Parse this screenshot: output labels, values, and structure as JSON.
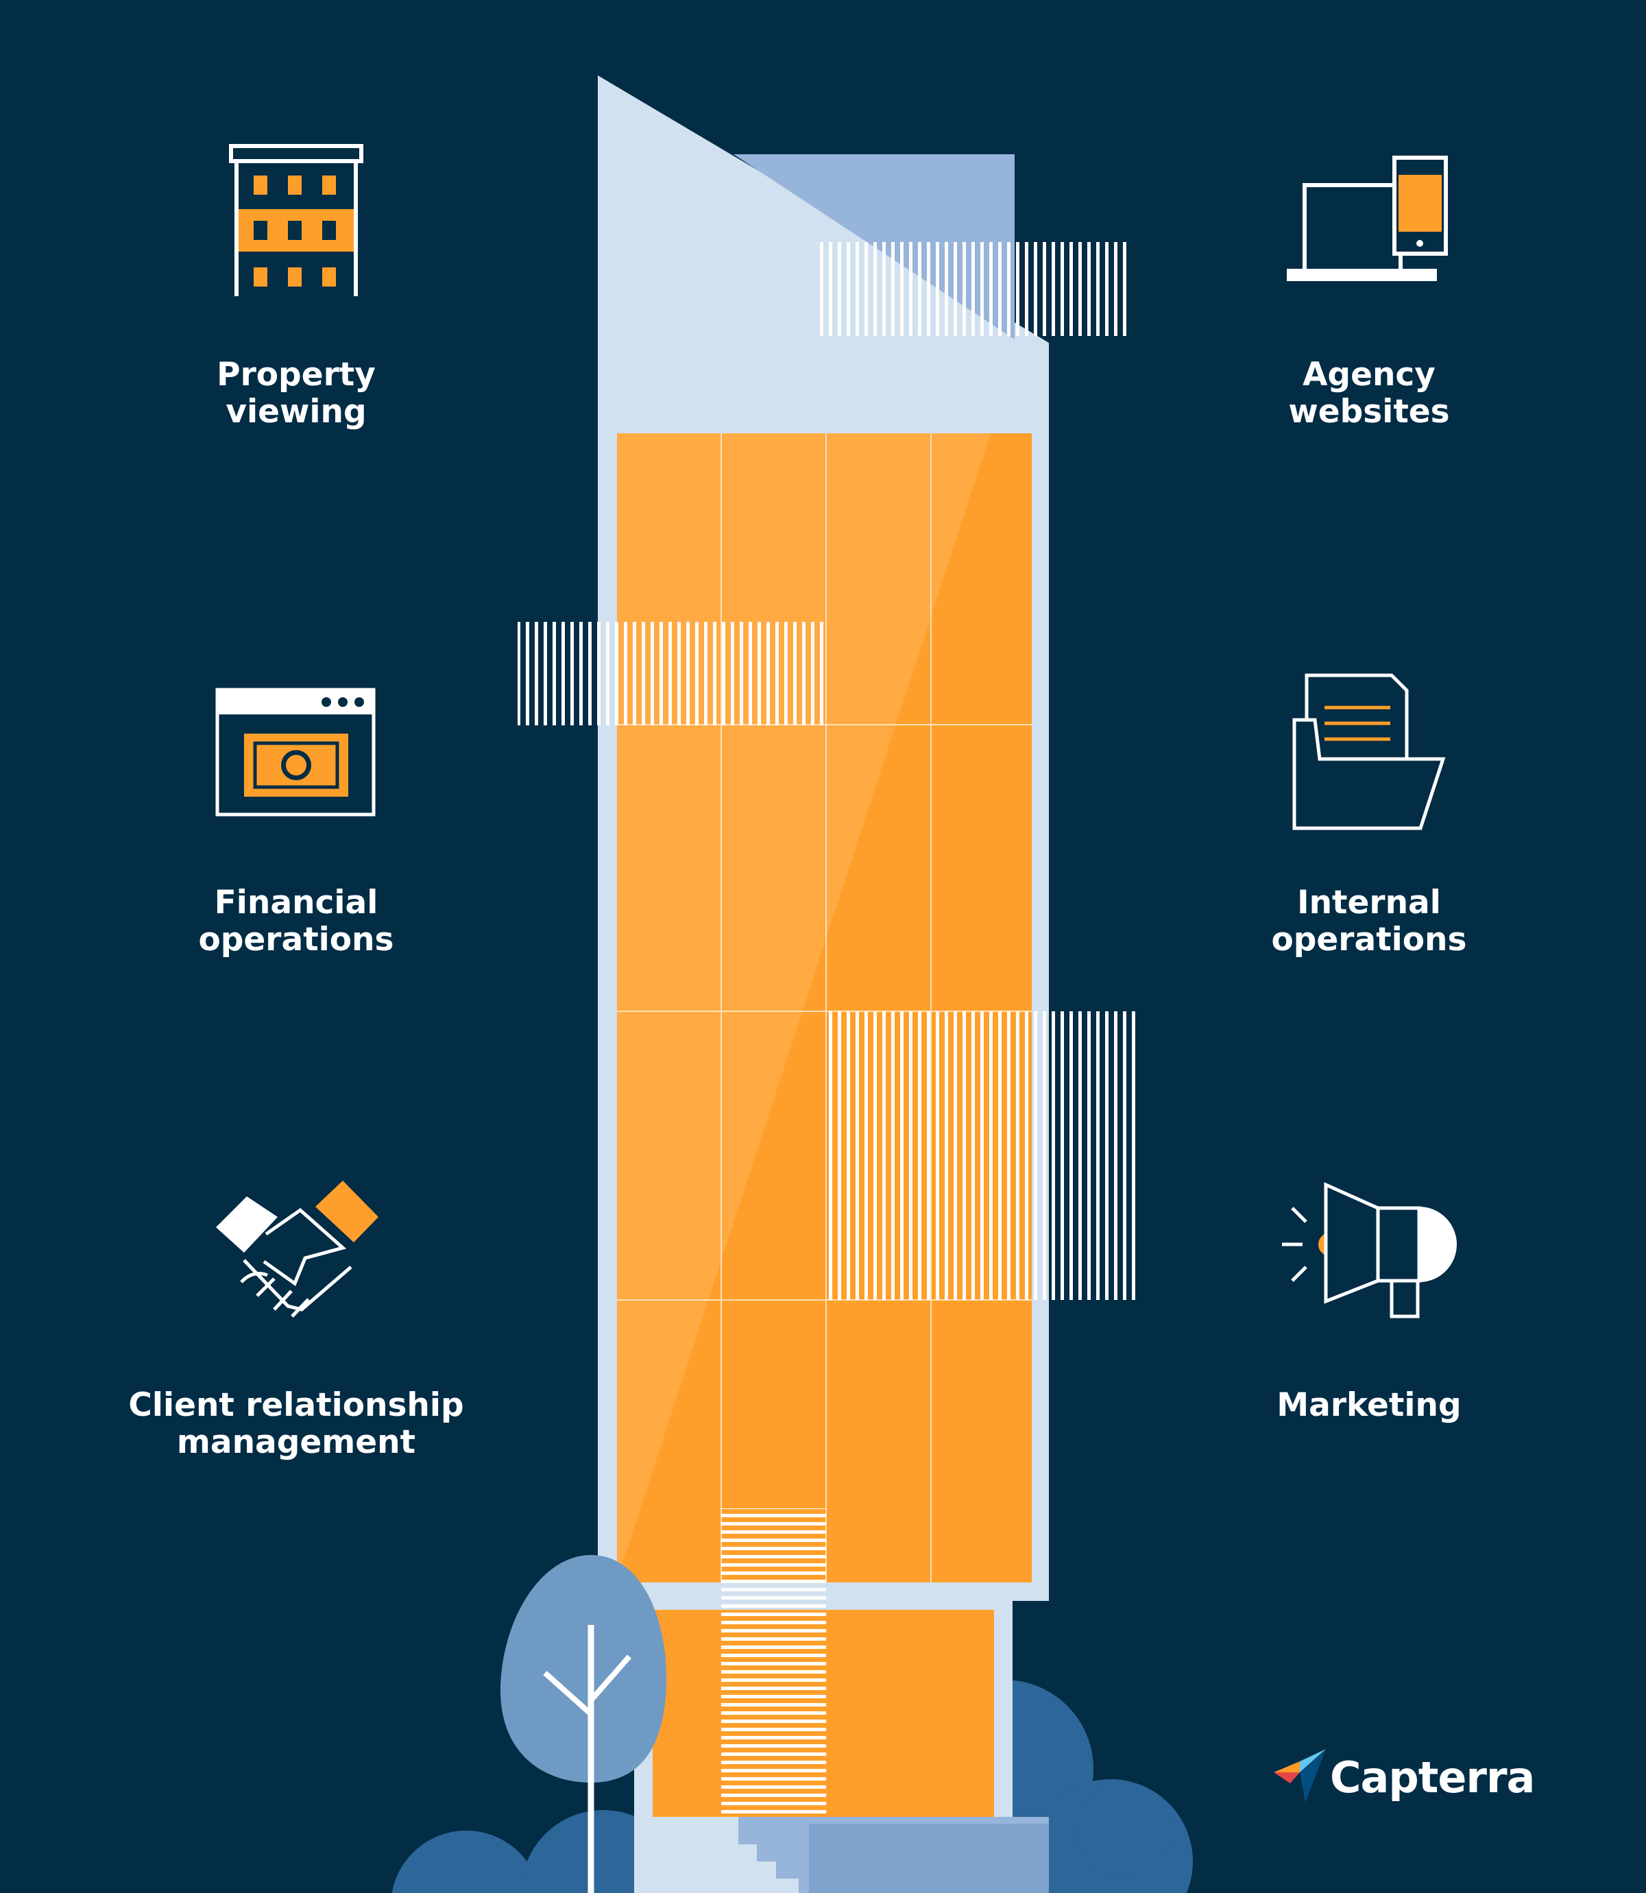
{
  "categories": [
    {
      "id": "property-viewing",
      "icon": "building-icon",
      "lines": [
        "Property",
        "viewing"
      ]
    },
    {
      "id": "agency-websites",
      "icon": "laptop-phone-icon",
      "lines": [
        "Agency",
        "websites"
      ]
    },
    {
      "id": "financial-operations",
      "icon": "money-browser-icon",
      "lines": [
        "Financial",
        "operations"
      ]
    },
    {
      "id": "internal-operations",
      "icon": "document-folder-icon",
      "lines": [
        "Internal",
        "operations"
      ]
    },
    {
      "id": "client-relationship-management",
      "icon": "handshake-icon",
      "lines": [
        "Client relationship",
        "management"
      ]
    },
    {
      "id": "marketing",
      "icon": "megaphone-icon",
      "lines": [
        "Marketing"
      ]
    }
  ],
  "brand": {
    "name": "Capterra",
    "icon": "capterra-logo-icon"
  },
  "colors": {
    "background": "#032c45",
    "orange": "#ff9f2b",
    "orange_light": "#ffa840",
    "facade": "#d1e1ef",
    "roof_accent": "#97b4da",
    "tree": "#6f9ac3",
    "bush": "#2d6698",
    "icon_stroke": "#ffffff"
  }
}
